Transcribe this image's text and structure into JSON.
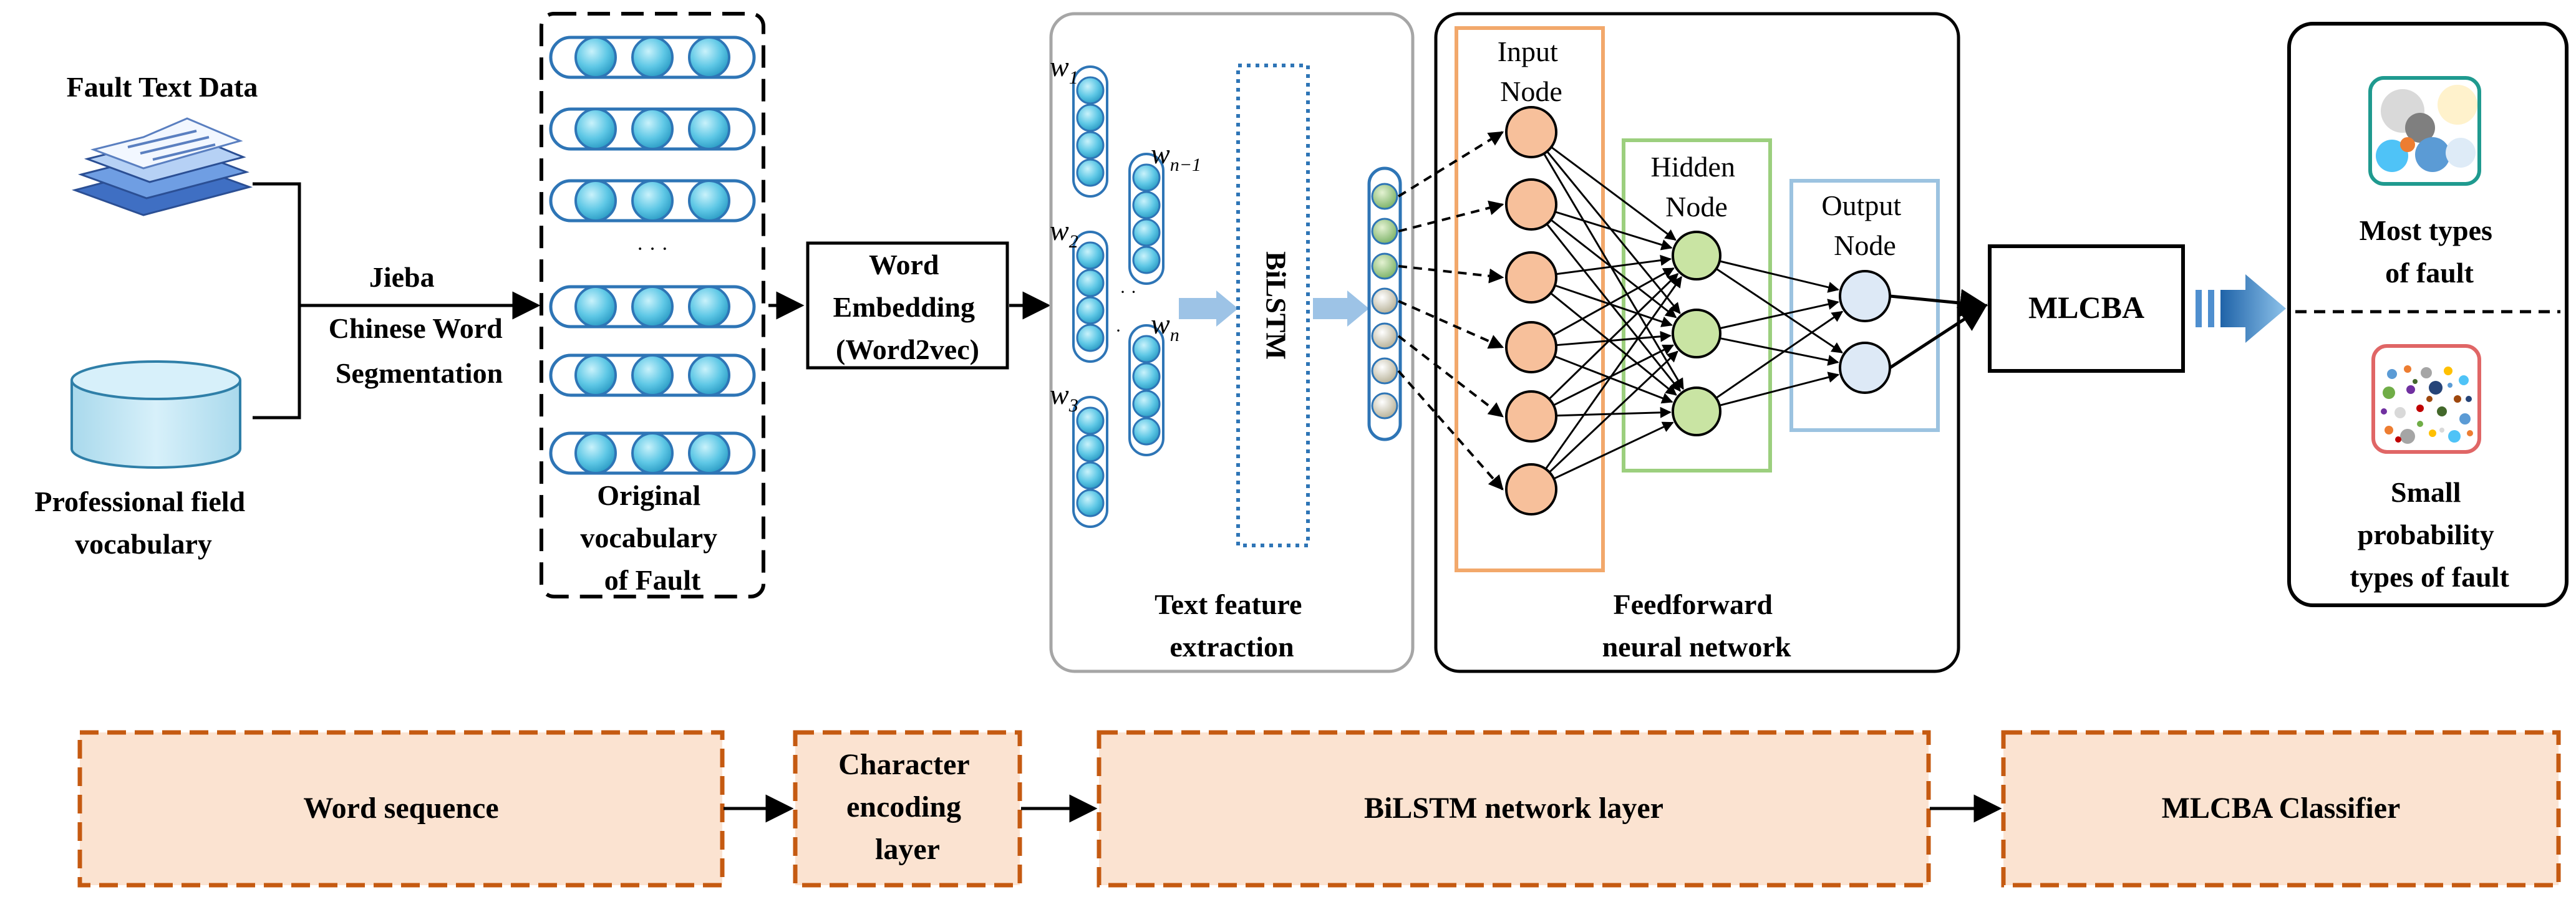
{
  "inputs": {
    "fault_text_data": "Fault Text  Data",
    "professional_vocab": [
      "Professional field",
      "vocabulary"
    ]
  },
  "segmentation": [
    "Jieba",
    "Chinese Word",
    "Segmentation"
  ],
  "vocabulary": {
    "label": [
      "Original",
      "vocabulary",
      "of Fault"
    ],
    "ellipsis": "· · ·"
  },
  "embedding": [
    "Word",
    "Embedding",
    "(Word2vec)"
  ],
  "text_feature": {
    "w1": "w",
    "w1_sub": "1",
    "w2": "w",
    "w2_sub": "2",
    "w3": "w",
    "w3_sub": "3",
    "wn1": "w",
    "wn1_sub": "n−1",
    "wn": "w",
    "wn_sub": "n",
    "dots": "· ·",
    "dot": "·",
    "bilstm": "BiLSTM",
    "label": [
      "Text feature",
      "extraction"
    ]
  },
  "ffnn": {
    "input_node": [
      "Input",
      "Node"
    ],
    "hidden_node": [
      "Hidden",
      "Node"
    ],
    "output_node": [
      "Output",
      "Node"
    ],
    "label": [
      "Feedforward",
      "neural network"
    ]
  },
  "mlcba": "MLCBA",
  "results": {
    "most": [
      "Most types",
      "of fault"
    ],
    "small": [
      "Small",
      "probability",
      "types of fault"
    ]
  },
  "pipeline": {
    "word_sequence": "Word sequence",
    "char_encoding": [
      "Character",
      "encoding",
      "layer"
    ],
    "bilstm_layer": "BiLSTM network layer",
    "classifier": "MLCBA Classifier"
  },
  "colors": {
    "node_blue": "#5fc8e6",
    "node_orange": "#f7c09b",
    "node_green": "#c9e4a3",
    "output_node": "#dde9f6",
    "input_box": "#f2a86b",
    "hidden_box": "#9ccf7e",
    "output_box": "#9cc3e0",
    "pipeline_fill": "#fbe3d1",
    "pipeline_border": "#c55a11",
    "bilstm_border": "#2e75b6"
  }
}
